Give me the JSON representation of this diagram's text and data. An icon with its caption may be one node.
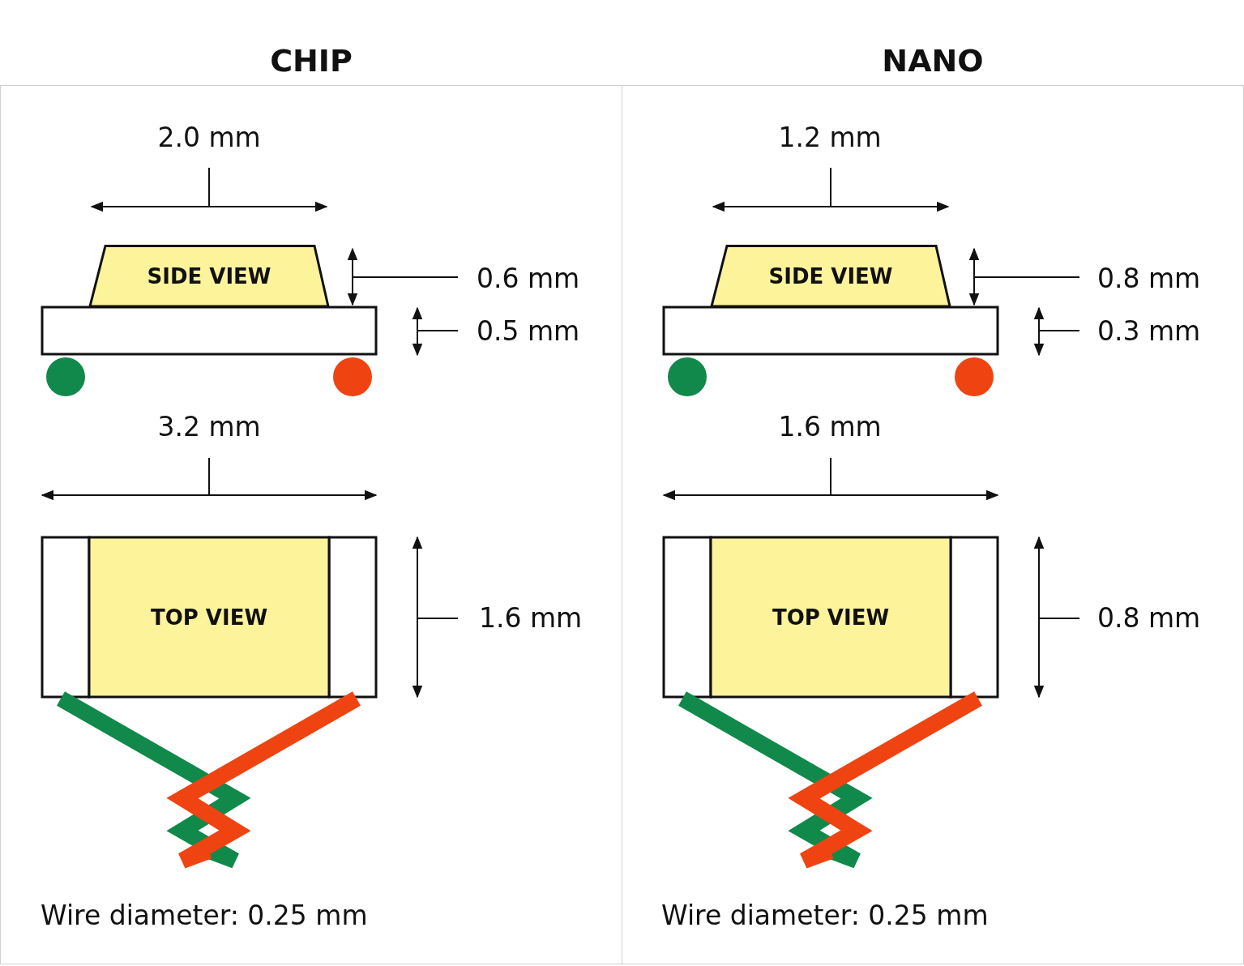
{
  "diagram": {
    "nodes": [
      {
        "text": [
          "CHIP"
        ]
      },
      {
        "text": [
          "SIDE VIEW"
        ],
        "in": 0
      },
      {
        "text": [
          "TOP VIEW"
        ],
        "in": 0
      },
      {
        "text": [
          "NANO"
        ]
      },
      {
        "text": [
          "SIDE VIEW"
        ],
        "in": 3
      },
      {
        "text": [
          "TOP VIEW"
        ],
        "in": 3
      }
    ],
    "labels": [
      "2.0 mm",
      "1.2 mm",
      "0.6 mm",
      "0.8 mm",
      "0.5 mm",
      "0.3 mm",
      "3.2 mm",
      "1.6 mm",
      "1.6 mm",
      "0.8 mm",
      "Wire diameter: 0.25 mm",
      "Wire diameter: 0.25 mm"
    ]
  }
}
